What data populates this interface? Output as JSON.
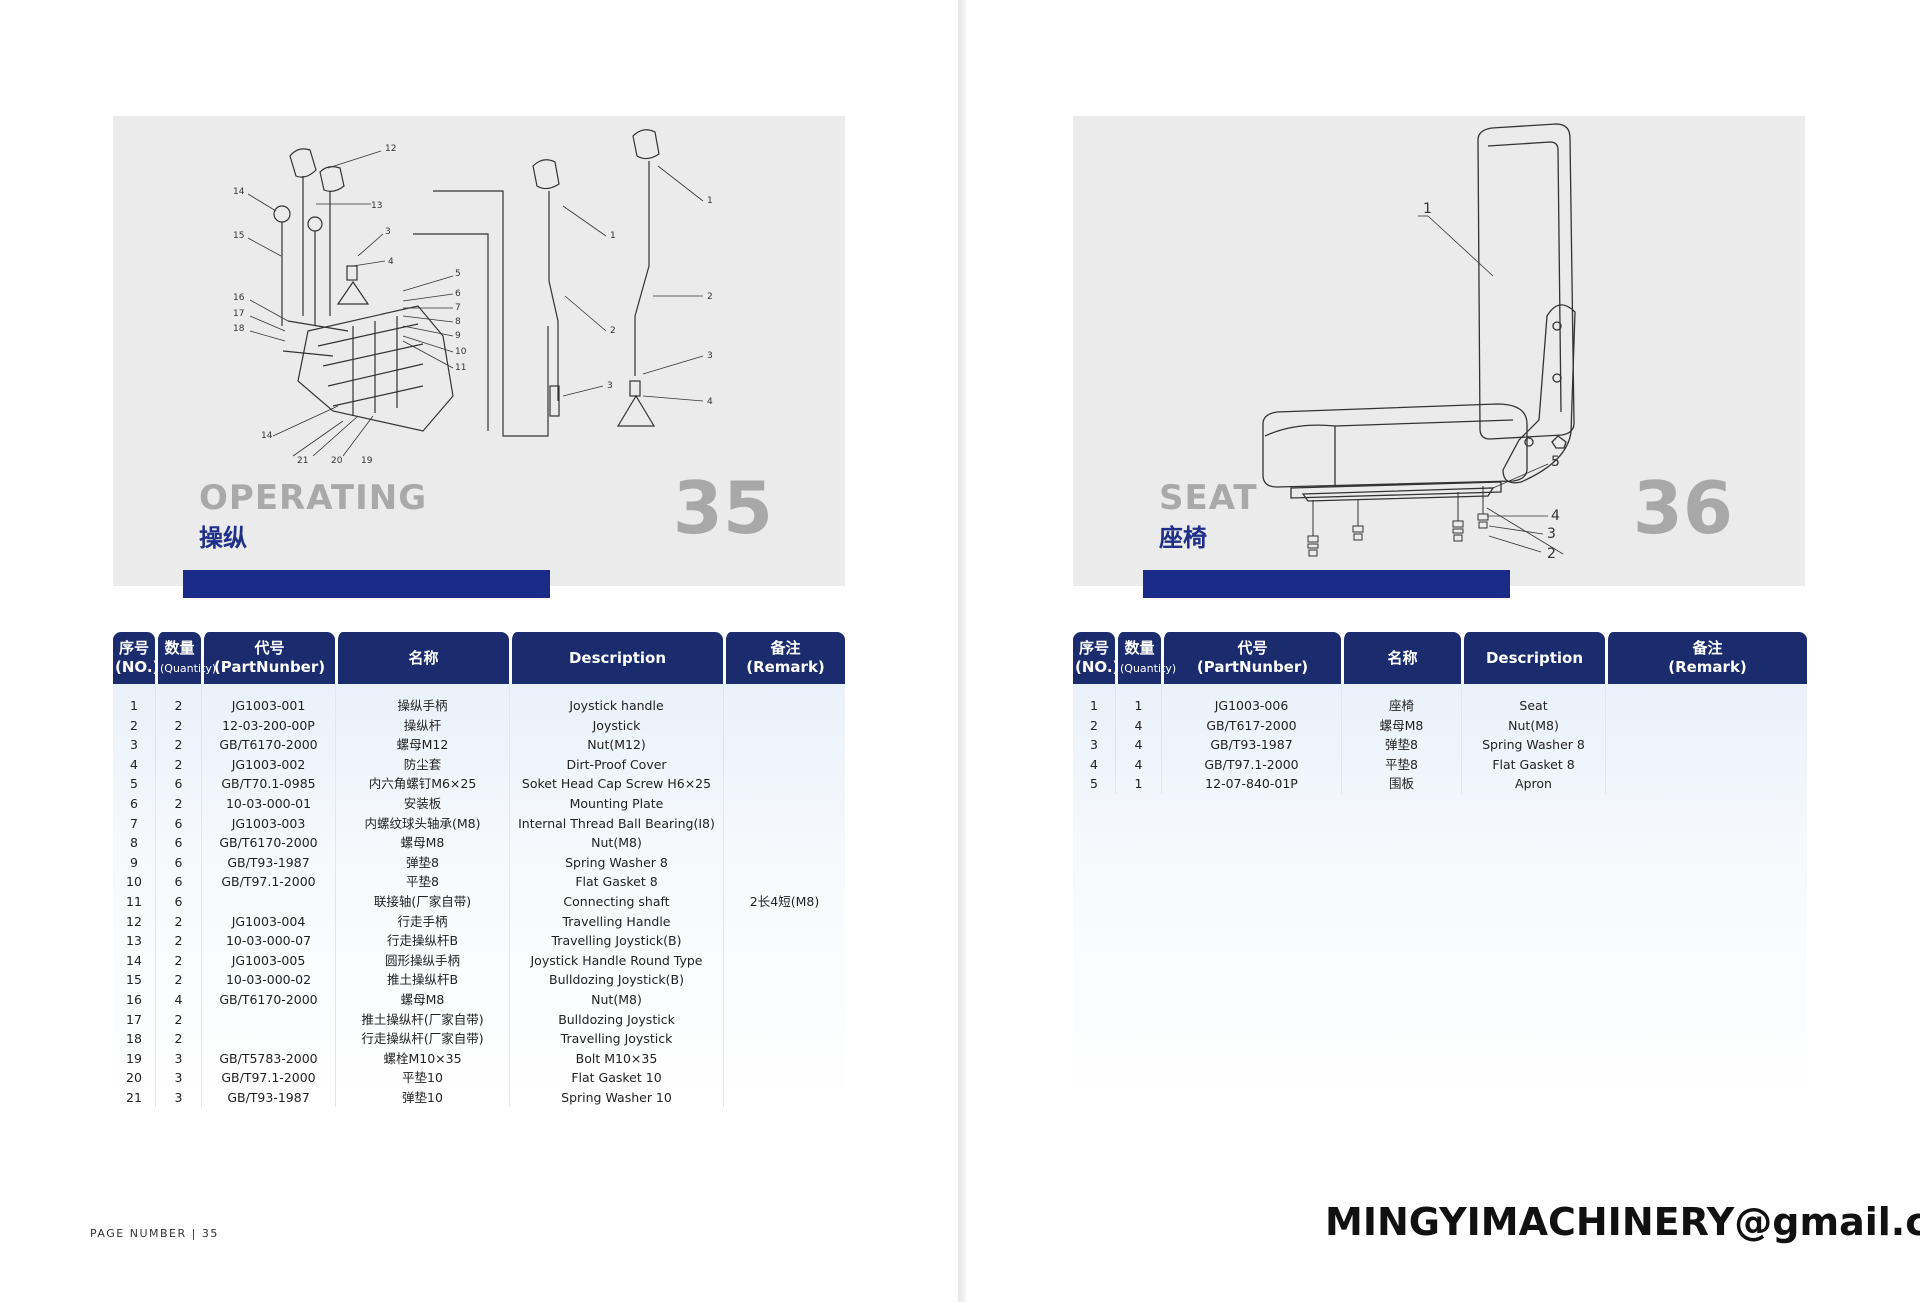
{
  "left": {
    "title_en": "OPERATING",
    "title_cn": "操纵",
    "page_num": "35",
    "footer": "PAGE NUMBER  |  35",
    "headers": {
      "no": "序号",
      "no_en": "(NO.)",
      "qty": "数量",
      "qty_en": "(Quantity)",
      "code": "代号",
      "code_en": "(PartNunber)",
      "name": "名称",
      "desc": "Description",
      "remark": "备注",
      "remark_en": "(Remark)"
    },
    "rows": [
      {
        "no": "1",
        "qty": "2",
        "code": "JG1003-001",
        "name": "操纵手柄",
        "desc": "Joystick handle",
        "remark": ""
      },
      {
        "no": "2",
        "qty": "2",
        "code": "12-03-200-00P",
        "name": "操纵杆",
        "desc": "Joystick",
        "remark": ""
      },
      {
        "no": "3",
        "qty": "2",
        "code": "GB/T6170-2000",
        "name": "螺母M12",
        "desc": "Nut(M12)",
        "remark": ""
      },
      {
        "no": "4",
        "qty": "2",
        "code": "JG1003-002",
        "name": "防尘套",
        "desc": "Dirt-Proof Cover",
        "remark": ""
      },
      {
        "no": "5",
        "qty": "6",
        "code": "GB/T70.1-0985",
        "name": "内六角螺钉M6×25",
        "desc": "Soket Head Cap Screw H6×25",
        "remark": ""
      },
      {
        "no": "6",
        "qty": "2",
        "code": "10-03-000-01",
        "name": "安装板",
        "desc": "Mounting Plate",
        "remark": ""
      },
      {
        "no": "7",
        "qty": "6",
        "code": "JG1003-003",
        "name": "内螺纹球头轴承(M8)",
        "desc": "Internal Thread Ball Bearing(I8)",
        "remark": ""
      },
      {
        "no": "8",
        "qty": "6",
        "code": "GB/T6170-2000",
        "name": "螺母M8",
        "desc": "Nut(M8)",
        "remark": ""
      },
      {
        "no": "9",
        "qty": "6",
        "code": "GB/T93-1987",
        "name": "弹垫8",
        "desc": "Spring Washer 8",
        "remark": ""
      },
      {
        "no": "10",
        "qty": "6",
        "code": "GB/T97.1-2000",
        "name": "平垫8",
        "desc": "Flat Gasket 8",
        "remark": ""
      },
      {
        "no": "11",
        "qty": "6",
        "code": "",
        "name": "联接轴(厂家自带)",
        "desc": "Connecting shaft",
        "remark": "2长4短(M8)"
      },
      {
        "no": "12",
        "qty": "2",
        "code": "JG1003-004",
        "name": "行走手柄",
        "desc": "Travelling Handle",
        "remark": ""
      },
      {
        "no": "13",
        "qty": "2",
        "code": "10-03-000-07",
        "name": "行走操纵杆B",
        "desc": "Travelling Joystick(B)",
        "remark": ""
      },
      {
        "no": "14",
        "qty": "2",
        "code": "JG1003-005",
        "name": "圆形操纵手柄",
        "desc": "Joystick Handle Round Type",
        "remark": ""
      },
      {
        "no": "15",
        "qty": "2",
        "code": "10-03-000-02",
        "name": "推土操纵杆B",
        "desc": "Bulldozing Joystick(B)",
        "remark": ""
      },
      {
        "no": "16",
        "qty": "4",
        "code": "GB/T6170-2000",
        "name": "螺母M8",
        "desc": "Nut(M8)",
        "remark": ""
      },
      {
        "no": "17",
        "qty": "2",
        "code": "",
        "name": "推土操纵杆(厂家自带)",
        "desc": "Bulldozing Joystick",
        "remark": ""
      },
      {
        "no": "18",
        "qty": "2",
        "code": "",
        "name": "行走操纵杆(厂家自带)",
        "desc": "Travelling Joystick",
        "remark": ""
      },
      {
        "no": "19",
        "qty": "3",
        "code": "GB/T5783-2000",
        "name": "螺栓M10×35",
        "desc": "Bolt M10×35",
        "remark": ""
      },
      {
        "no": "20",
        "qty": "3",
        "code": "GB/T97.1-2000",
        "name": "平垫10",
        "desc": "Flat Gasket 10",
        "remark": ""
      },
      {
        "no": "21",
        "qty": "3",
        "code": "GB/T93-1987",
        "name": "弹垫10",
        "desc": "Spring Washer 10",
        "remark": ""
      }
    ]
  },
  "right": {
    "title_en": "SEAT",
    "title_cn": "座椅",
    "page_num": "36",
    "headers": {
      "no": "序号",
      "no_en": "(NO.)",
      "qty": "数量",
      "qty_en": "(Quantity)",
      "code": "代号",
      "code_en": "(PartNunber)",
      "name": "名称",
      "desc": "Description",
      "remark": "备注",
      "remark_en": "(Remark)"
    },
    "rows": [
      {
        "no": "1",
        "qty": "1",
        "code": "JG1003-006",
        "name": "座椅",
        "desc": "Seat",
        "remark": ""
      },
      {
        "no": "2",
        "qty": "4",
        "code": "GB/T617-2000",
        "name": "螺母M8",
        "desc": "Nut(M8)",
        "remark": ""
      },
      {
        "no": "3",
        "qty": "4",
        "code": "GB/T93-1987",
        "name": "弹垫8",
        "desc": "Spring Washer 8",
        "remark": ""
      },
      {
        "no": "4",
        "qty": "4",
        "code": "GB/T97.1-2000",
        "name": "平垫8",
        "desc": "Flat Gasket 8",
        "remark": ""
      },
      {
        "no": "5",
        "qty": "1",
        "code": "12-07-840-01P",
        "name": "围板",
        "desc": "Apron",
        "remark": ""
      }
    ]
  },
  "diagram_left_labels": [
    "12",
    "14",
    "13",
    "15",
    "3",
    "4",
    "5",
    "6",
    "7",
    "8",
    "9",
    "16",
    "17",
    "18",
    "10",
    "11",
    "14",
    "21",
    "20",
    "19",
    "1",
    "2",
    "3",
    "1",
    "2",
    "3",
    "4"
  ],
  "diagram_right_labels": [
    "1",
    "5",
    "4",
    "3",
    "2"
  ],
  "contact_email": "MINGYIMACHINERY@gmail.com"
}
